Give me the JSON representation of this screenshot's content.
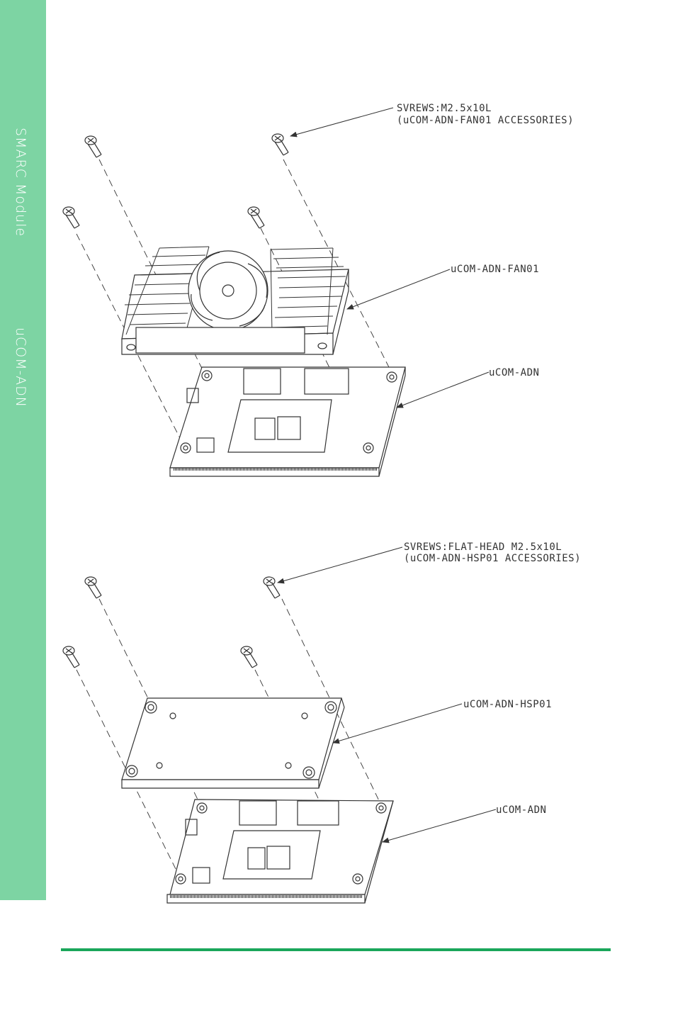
{
  "sidebar": {
    "section_label": "SMARC Module",
    "product_label": "uCOM-ADN"
  },
  "diagram_fan": {
    "screws_label_line1": "SVREWS:M2.5x10L",
    "screws_label_line2": "(uCOM-ADN-FAN01 ACCESSORIES)",
    "fan_label": "uCOM-ADN-FAN01",
    "board_label": "uCOM-ADN"
  },
  "diagram_heatspreader": {
    "screws_label_line1": "SVREWS:FLAT-HEAD M2.5x10L",
    "screws_label_line2": "(uCOM-ADN-HSP01 ACCESSORIES)",
    "hsp_label": "uCOM-ADN-HSP01",
    "board_label": "uCOM-ADN"
  },
  "colors": {
    "sidebar": "#7dd4a3",
    "footer_rule": "#1aa65a",
    "line_art": "#333333"
  }
}
